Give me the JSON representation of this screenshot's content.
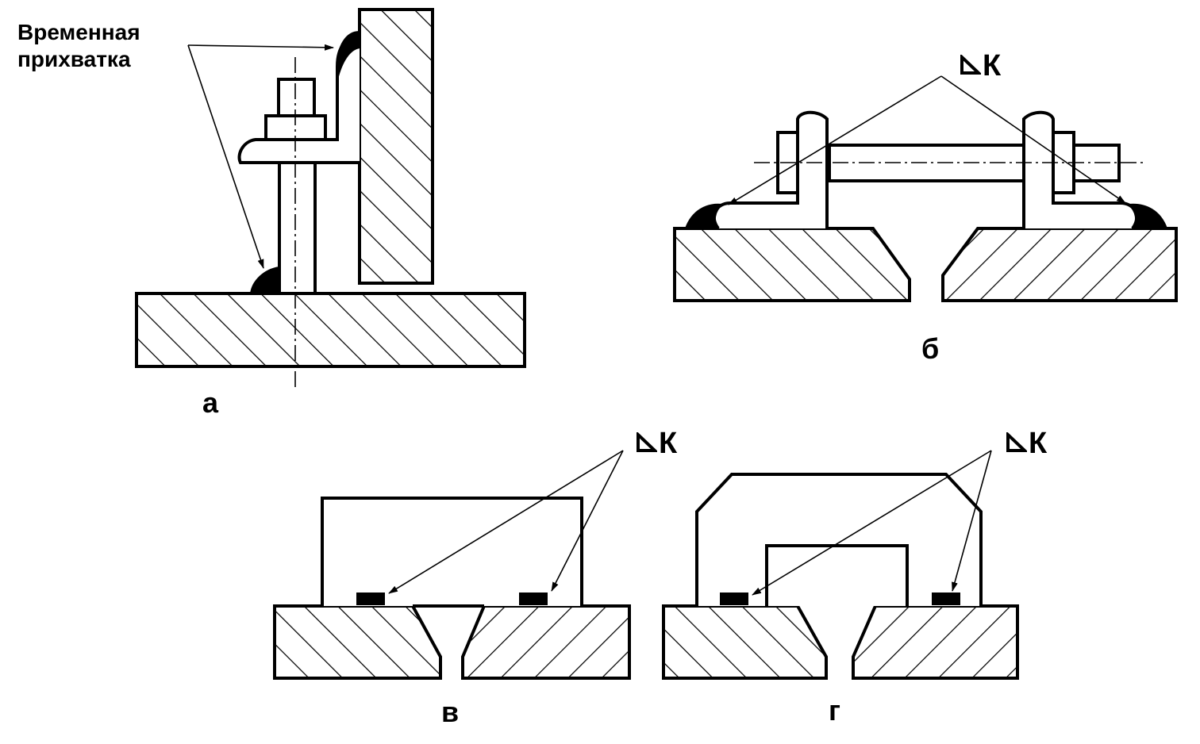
{
  "panel_a": {
    "label": "а",
    "note_line1": "Временная",
    "note_line2": "прихватка"
  },
  "panel_b": {
    "label": "б",
    "weld_symbol": "К"
  },
  "panel_v": {
    "label": "в",
    "weld_symbol": "К"
  },
  "panel_g": {
    "label": "г",
    "weld_symbol": "К"
  }
}
